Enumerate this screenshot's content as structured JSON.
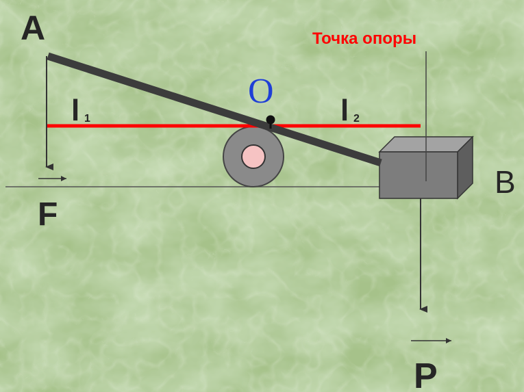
{
  "labels": {
    "point_a": "A",
    "point_b": "B",
    "point_o": "O",
    "fulcrum": "Точка опоры",
    "arm_1_letter": "l",
    "arm_1_sub": "1",
    "arm_2_letter": "l",
    "arm_2_sub": "2",
    "force_f": "F",
    "force_p": "P"
  },
  "colors": {
    "background": "#a9c48c",
    "lever": "#3c3c3c",
    "arm_line": "#ff0000",
    "fulcrum_label": "#ff0000",
    "point_o": "#1f3fd6",
    "weight_block": "#7d7d7d",
    "roller": "#8a8a8a",
    "roller_center": "#f6c3c3"
  }
}
